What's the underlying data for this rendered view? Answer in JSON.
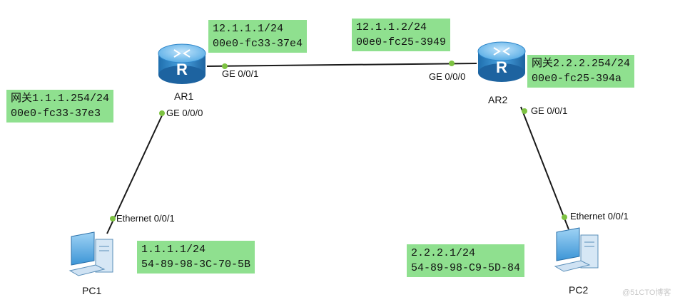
{
  "devices": {
    "ar1": {
      "name": "AR1",
      "icon": "router-icon"
    },
    "ar2": {
      "name": "AR2",
      "icon": "router-icon"
    },
    "pc1": {
      "name": "PC1",
      "icon": "pc-icon"
    },
    "pc2": {
      "name": "PC2",
      "icon": "pc-icon"
    }
  },
  "ports": {
    "ar1_ge001": "GE 0/0/1",
    "ar1_ge000": "GE 0/0/0",
    "ar2_ge000": "GE 0/0/0",
    "ar2_ge001": "GE 0/0/1",
    "pc1_eth": "Ethernet 0/0/1",
    "pc2_eth": "Ethernet 0/0/1"
  },
  "labels": {
    "ar1_ge001": {
      "line1": "12.1.1.1/24",
      "line2": "00e0-fc33-37e4"
    },
    "ar2_ge000": {
      "line1": "12.1.1.2/24",
      "line2": "00e0-fc25-3949"
    },
    "ar2_gw": {
      "line1": "网关2.2.2.254/24",
      "line2": "00e0-fc25-394a"
    },
    "ar1_gw": {
      "line1": "网关1.1.1.254/24",
      "line2": "00e0-fc33-37e3"
    },
    "pc1": {
      "line1": "1.1.1.1/24",
      "line2": "54-89-98-3C-70-5B"
    },
    "pc2": {
      "line1": "2.2.2.1/24",
      "line2": "54-89-98-C9-5D-84"
    }
  },
  "watermark": "@51CTO博客",
  "colors": {
    "label_bg": "#8fe08f",
    "port_dot": "#7dc242",
    "link": "#1a1a1a",
    "router_blue": "#2f86c9"
  }
}
